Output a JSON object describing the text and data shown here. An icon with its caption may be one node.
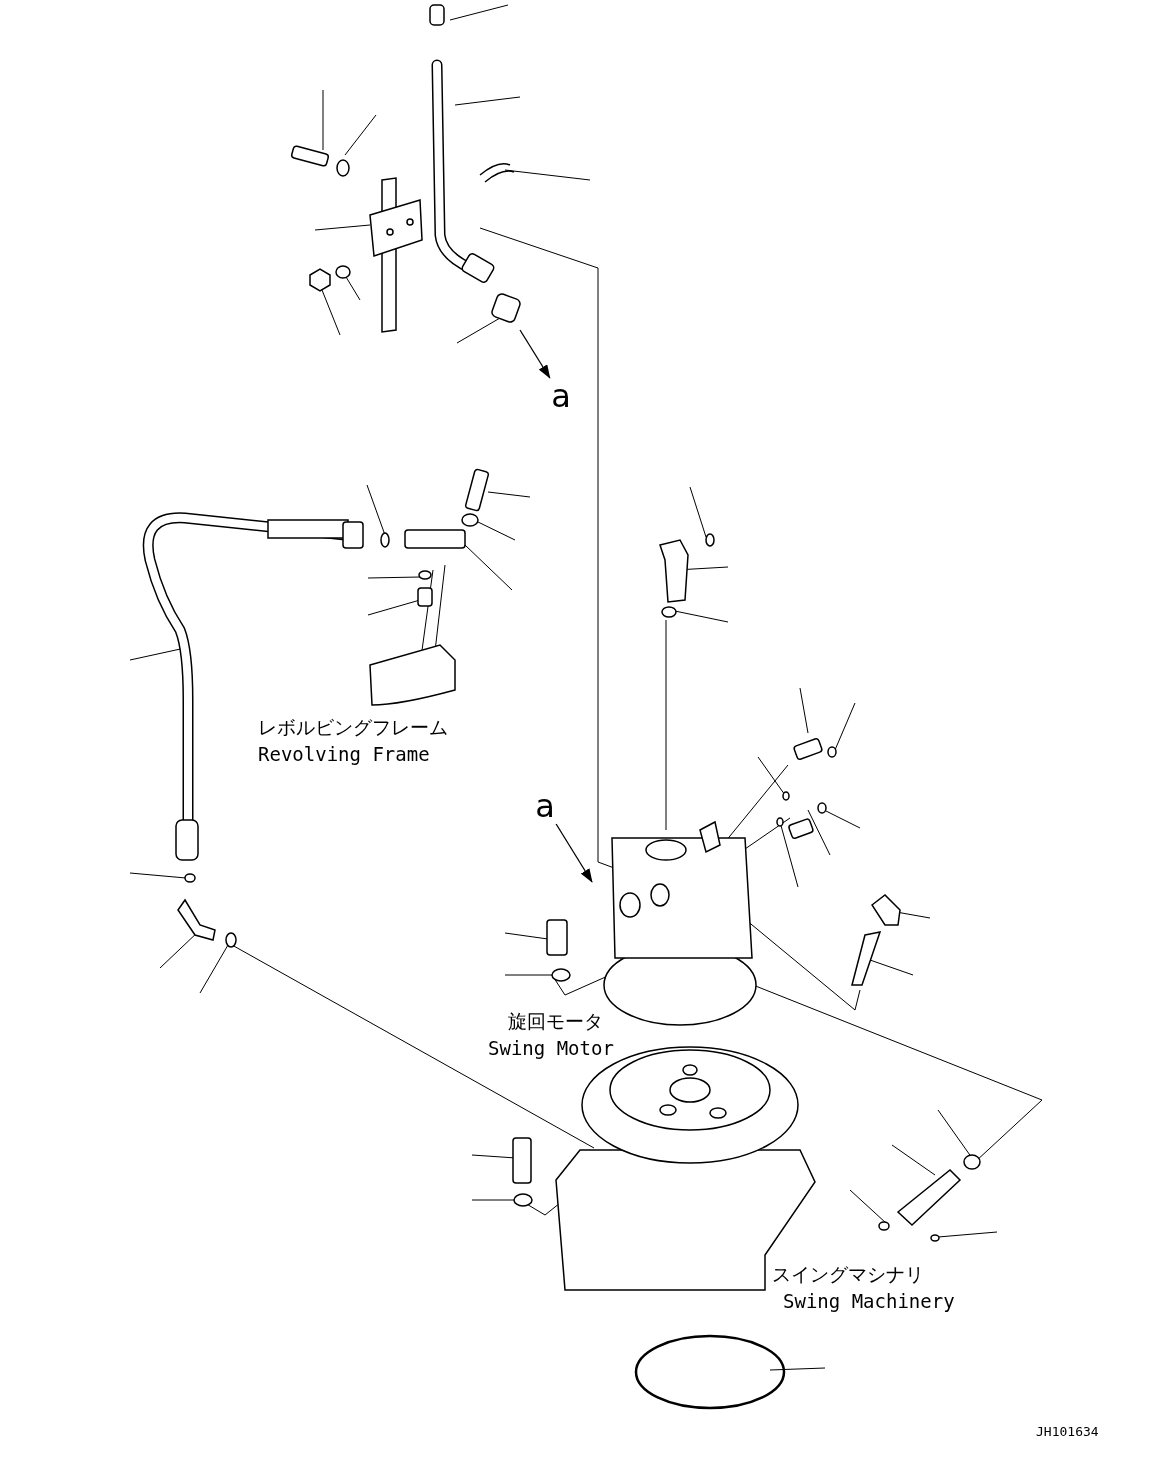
{
  "diagram": {
    "nodes": [
      {
        "text": [
          "a"
        ]
      },
      {
        "text": [
          "a"
        ]
      }
    ],
    "edges": [
      {
        "from": null,
        "to": 0,
        "arrow": "to"
      },
      {
        "from": 1,
        "to": null,
        "arrow": "to"
      }
    ],
    "labels": [
      "レボルビングフレーム",
      "Revolving Frame",
      "旋回モータ",
      "Swing Motor",
      "スイングマシナリ",
      "Swing Machinery",
      "JH101634"
    ]
  }
}
